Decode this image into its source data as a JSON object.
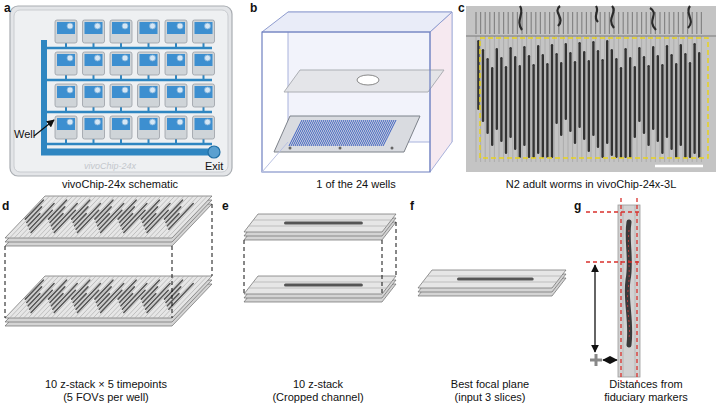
{
  "diagram": {
    "labels": [
      "a",
      "Well",
      "Exit",
      "vivoChip-24x",
      "vivoChip-24x schematic",
      "b",
      "1 of the 24 wells",
      "c",
      "N2 adult worms in vivoChip-24x-3L",
      "d",
      "10 z-stack × 5 timepoints (5 FOVs per well)",
      "e",
      "10 z-stack (Cropped channel)",
      "f",
      "Best focal plane (input 3 slices)",
      "g",
      "Distances from fiduciary markers"
    ]
  }
}
